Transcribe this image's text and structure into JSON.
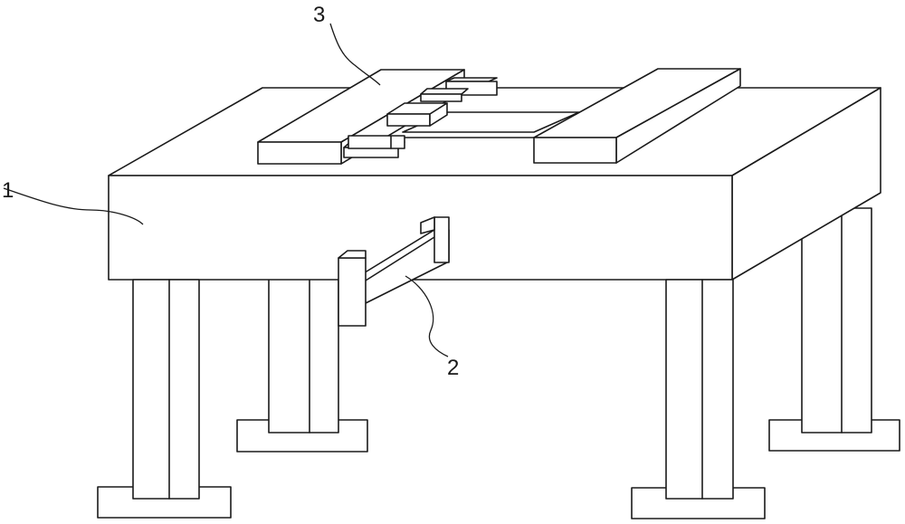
{
  "labels": {
    "table": "1",
    "clamp": "2",
    "rail": "3"
  },
  "colors": {
    "stroke": "#1a1a1a",
    "fill": "#ffffff"
  }
}
